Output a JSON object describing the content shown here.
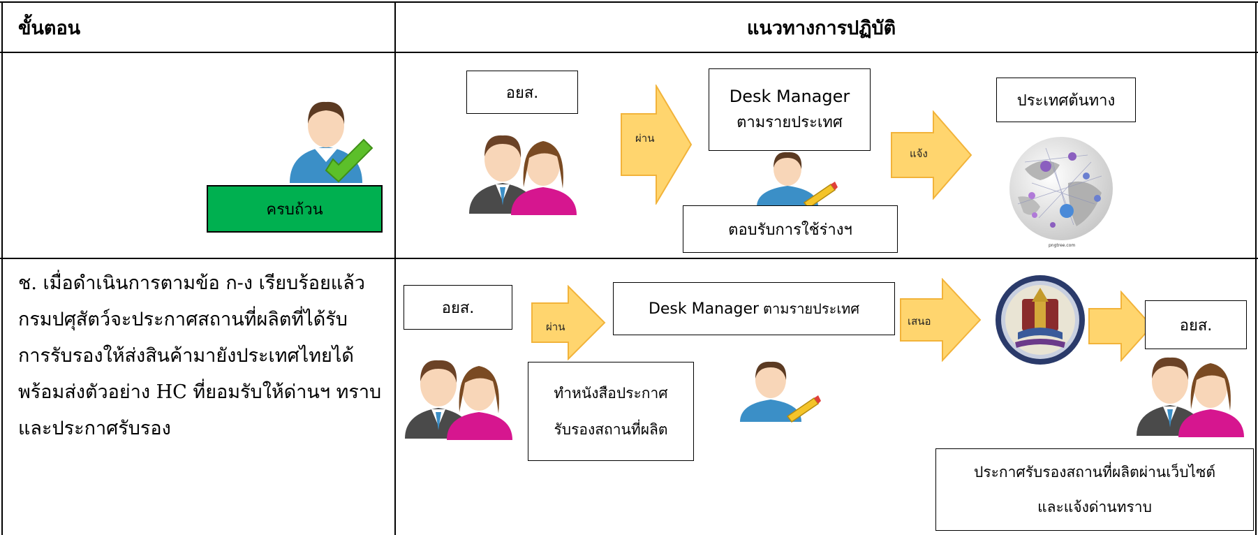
{
  "table": {
    "header_step": "ขั้นตอน",
    "header_guideline": "แนวทางการปฏิบัติ"
  },
  "row1": {
    "status_label": "ครบถ้วน",
    "box_aoys": "อยส.",
    "arrow1_label": "ผ่าน",
    "desk_title": "Desk Manager",
    "desk_sub": "ตามรายประเทศ",
    "arrow2_label": "แจ้ง",
    "origin_box": "ประเทศต้นทาง",
    "reply_box": "ตอบรับการใช้ร่างฯ",
    "globe_caption": "pngtree.com"
  },
  "row2": {
    "step_lines": [
      "ช. เมื่อดำเนินการตามข้อ ก-ง เรียบร้อยแล้ว",
      "กรมปศุสัตว์จะประกาศสถานที่ผลิตที่ได้รับ",
      "การรับรองให้ส่งสินค้ามายังประเทศไทยได้",
      "พร้อมส่งตัวอย่าง HC ที่ยอมรับให้ด่านฯ ทราบ",
      "และประกาศรับรอง"
    ],
    "box_aoys": "อยส.",
    "arrow1_label": "ผ่าน",
    "desk_title": "Desk Manager",
    "desk_sub": "ตามรายประเทศ",
    "letter_line1": "ทำหนังสือประกาศ",
    "letter_line2": "รับรองสถานที่ผลิต",
    "arrow2_label": "เสนอ",
    "box_aoys_end": "อยส.",
    "announce_line1": "ประกาศรับรองสถานที่ผลิตผ่านเว็บไซต์",
    "announce_line2": "และแจ้งด่านทราบ"
  },
  "colors": {
    "arrow_fill": "#ffd56e",
    "arrow_stroke": "#f2b33a",
    "status_green": "#00b050",
    "man_suit": "#4a4a4a",
    "woman_top": "#d6168f",
    "staff_shirt": "#3b8fc7",
    "check_green": "#5cbf2a"
  },
  "icons": [
    "user-check-icon",
    "couple-icon",
    "staff-pencil-icon",
    "globe-network-icon",
    "department-seal-icon",
    "arrow-right-icon"
  ]
}
